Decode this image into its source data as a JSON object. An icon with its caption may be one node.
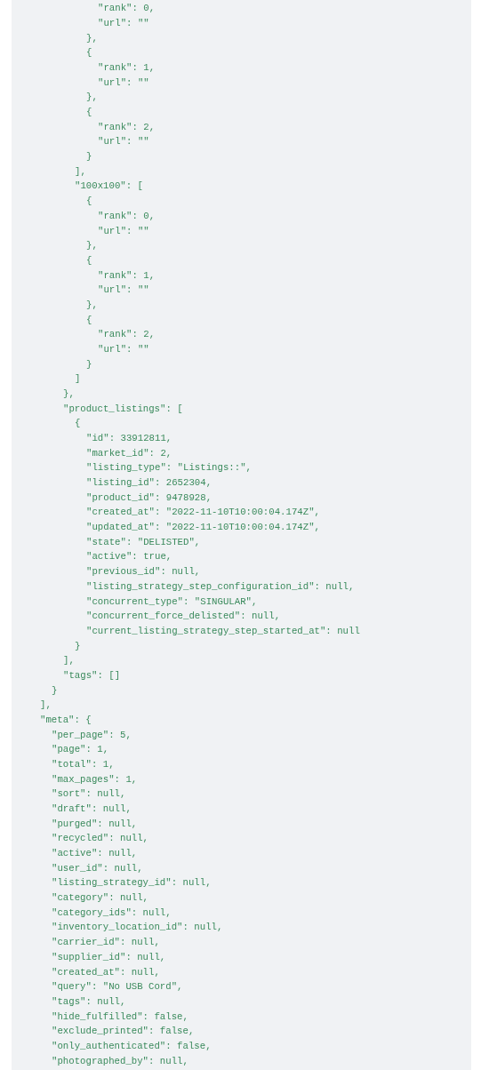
{
  "diagram": {
    "labels": [
      "\"rank\": 0,",
      "\"url\": \"\"",
      "},",
      "{",
      "\"rank\": 1,",
      "\"url\": \"\"",
      "},",
      "{",
      "\"rank\": 2,",
      "\"url\": \"\"",
      "}",
      "],",
      "\"100x100\": [",
      "{",
      "\"rank\": 0,",
      "\"url\": \"\"",
      "},",
      "{",
      "\"rank\": 1,",
      "\"url\": \"\"",
      "},",
      "{",
      "\"rank\": 2,",
      "\"url\": \"\"",
      "}",
      "]",
      "},",
      "\"product_listings\": [",
      "{",
      "\"id\": 33912811,",
      "\"market_id\": 2,",
      "\"listing_type\": \"Listings::\",",
      "\"listing_id\": 2652304,",
      "\"product_id\": 9478928,",
      "\"created_at\": \"2022-11-10T10:00:04.174Z\",",
      "\"updated_at\": \"2022-11-10T10:00:04.174Z\",",
      "\"state\": \"DELISTED\",",
      "\"active\": true,",
      "\"previous_id\": null,",
      "\"listing_strategy_step_configuration_id\": null,",
      "\"concurrent_type\": \"SINGULAR\",",
      "\"concurrent_force_delisted\": null,",
      "\"current_listing_strategy_step_started_at\": null",
      "}",
      "],",
      "\"tags\": []",
      "}",
      "],",
      "\"meta\": {",
      "\"per_page\": 5,",
      "\"page\": 1,",
      "\"total\": 1,",
      "\"max_pages\": 1,",
      "\"sort\": null,",
      "\"draft\": null,",
      "\"purged\": null,",
      "\"recycled\": null,",
      "\"active\": null,",
      "\"user_id\": null,",
      "\"listing_strategy_id\": null,",
      "\"category\": null,",
      "\"category_ids\": null,",
      "\"inventory_location_id\": null,",
      "\"carrier_id\": null,",
      "\"supplier_id\": null,",
      "\"created_at\": null,",
      "\"query\": \"No USB Cord\",",
      "\"tags\": null,",
      "\"hide_fulfilled\": false,",
      "\"exclude_printed\": false,",
      "\"only_authenticated\": false,",
      "\"photographed_by\": null,"
    ]
  }
}
